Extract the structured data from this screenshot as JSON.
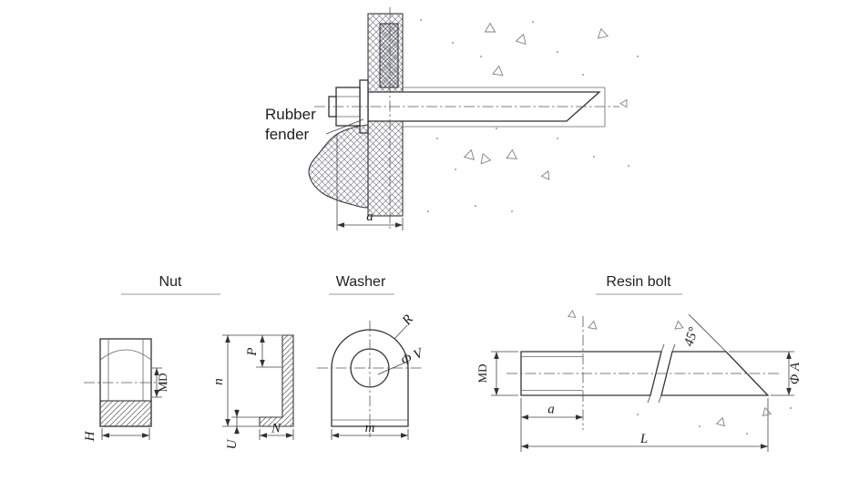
{
  "assembly": {
    "callout": {
      "line1": "Rubber",
      "line2": "fender"
    },
    "dim_a": "a"
  },
  "nut": {
    "title": "Nut",
    "dim_md": "MD",
    "dim_h": "H"
  },
  "washer": {
    "title": "Washer",
    "side": {
      "dim_n": "n",
      "dim_p": "P",
      "dim_foot_n": "N",
      "dim_u": "U"
    },
    "front": {
      "dim_r": "R",
      "dim_hole": "Φ V",
      "dim_m": "m"
    }
  },
  "bolt": {
    "title": "Resin bolt",
    "dim_md": "MD",
    "dim_a": "a",
    "dim_chamfer": "45°",
    "dim_dia": "Φ A",
    "dim_l": "L"
  }
}
